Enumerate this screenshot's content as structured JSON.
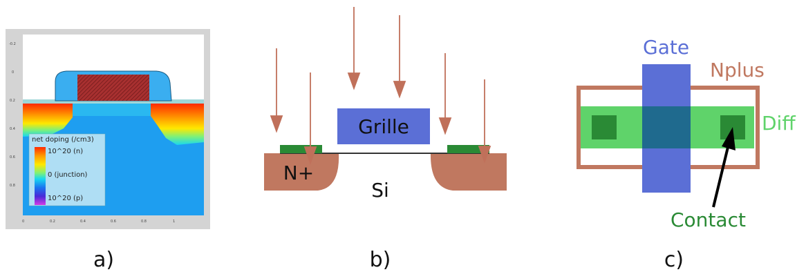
{
  "panels": {
    "a": {
      "caption": "a)",
      "legend": {
        "title": "net doping (/cm3)",
        "top_label": "10^20 (n)",
        "mid_label": "0 (junction)",
        "bottom_label": "10^20 (p)"
      },
      "y_ticks": [
        "-0.2",
        "0",
        "0.2",
        "0.4",
        "0.6",
        "0.8"
      ],
      "x_ticks": [
        "0",
        "0.2",
        "0.4",
        "0.6",
        "0.8",
        "1"
      ]
    },
    "b": {
      "caption": "b)",
      "gate_label": "Grille",
      "nplus_label": "N+",
      "substrate_label": "Si"
    },
    "c": {
      "caption": "c)",
      "gate_label": "Gate",
      "nplus_label": "Nplus",
      "diff_label": "Diff",
      "contact_label": "Contact"
    }
  },
  "colors": {
    "gate": "#5b6fd6",
    "nplus": "#c07860",
    "diff": "#5fd36a",
    "contact": "#2a8a35",
    "arrow": "#c0705a",
    "si_bg": "#1e9ef0",
    "poly_red": "#9a2a2a"
  }
}
